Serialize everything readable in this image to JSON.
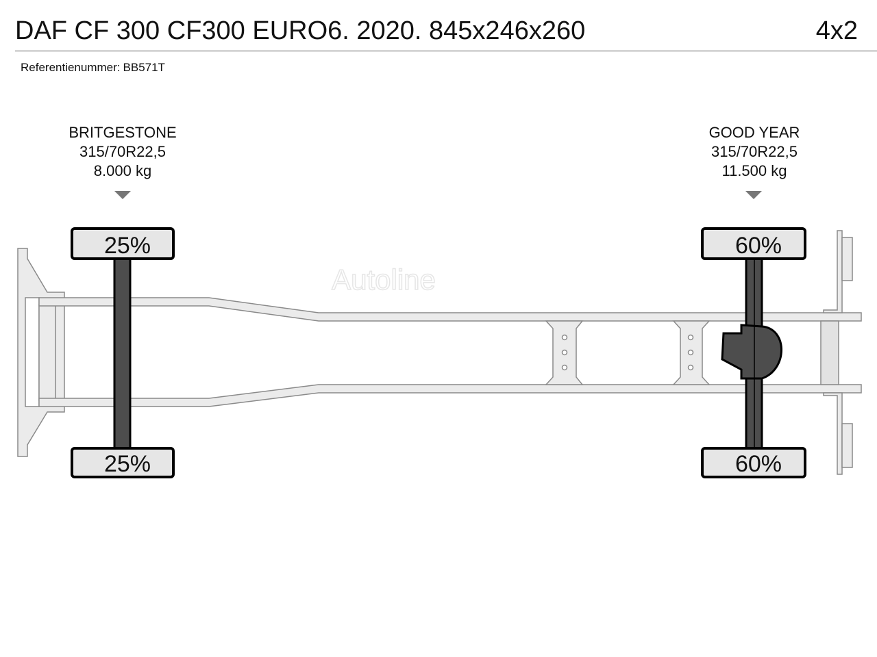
{
  "header": {
    "title": "DAF CF 300 CF300 EURO6. 2020. 845x246x260",
    "axle_config": "4x2"
  },
  "reference": {
    "label": "Referentienummer:",
    "value": "BB571T"
  },
  "watermark": "Autoline",
  "axles": [
    {
      "brand": "BRITGESTONE",
      "tyre_size": "315/70R22,5",
      "load": "8.000 kg",
      "left_pct": "25%",
      "right_pct": "25%"
    },
    {
      "brand": "GOOD YEAR",
      "tyre_size": "315/70R22,5",
      "load": "11.500 kg",
      "left_pct": "60%",
      "right_pct": "60%"
    }
  ],
  "colors": {
    "frame_fill": "#ebebeb",
    "frame_stroke": "#8a8a8a",
    "axle": "#4d4d4d",
    "tyre_fill": "#e6e6e6"
  }
}
